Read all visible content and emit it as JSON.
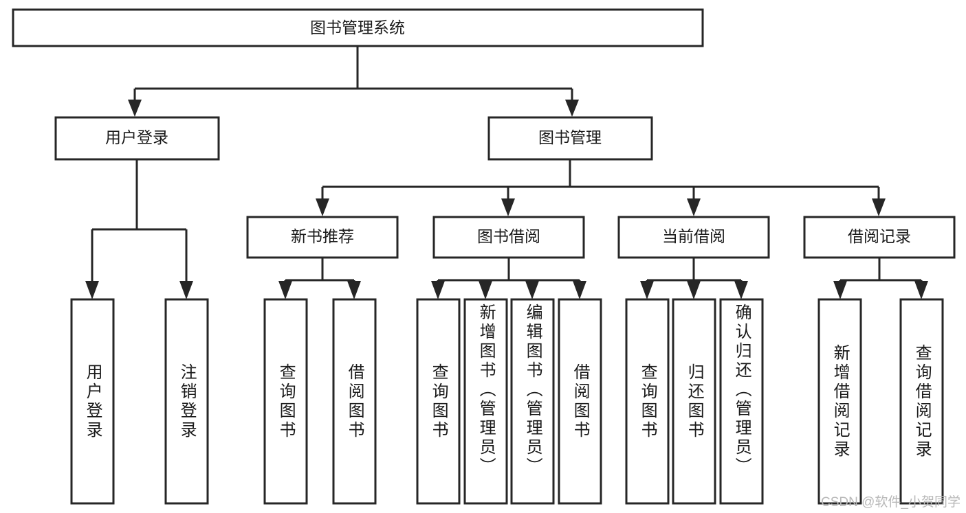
{
  "diagram": {
    "type": "hierarchy-tree",
    "title": "图书管理系统",
    "watermark": "CSDN @软件_小贺同学",
    "colors": {
      "box_stroke": "#262626",
      "box_fill": "#ffffff",
      "text": "#1a1a1a",
      "watermark": "#b8b8b8",
      "background": "#ffffff"
    },
    "root": {
      "label": "图书管理系统"
    },
    "level2": [
      {
        "label": "用户登录"
      },
      {
        "label": "图书管理"
      }
    ],
    "level3": [
      {
        "label": "新书推荐"
      },
      {
        "label": "图书借阅"
      },
      {
        "label": "当前借阅"
      },
      {
        "label": "借阅记录"
      }
    ],
    "leaves": {
      "user_login": [
        {
          "label": "用户登录"
        },
        {
          "label": "注销登录"
        }
      ],
      "new_book_recommend": [
        {
          "label": "查询图书"
        },
        {
          "label": "借阅图书"
        }
      ],
      "book_borrow": [
        {
          "label": "查询图书"
        },
        {
          "label": "新增图书（管理员）"
        },
        {
          "label": "编辑图书（管理员）"
        },
        {
          "label": "借阅图书"
        }
      ],
      "current_borrow": [
        {
          "label": "查询图书"
        },
        {
          "label": "归还图书"
        },
        {
          "label": "确认归还（管理员）"
        }
      ],
      "borrow_record": [
        {
          "label": "新增借阅记录"
        },
        {
          "label": "查询借阅记录"
        }
      ]
    }
  }
}
